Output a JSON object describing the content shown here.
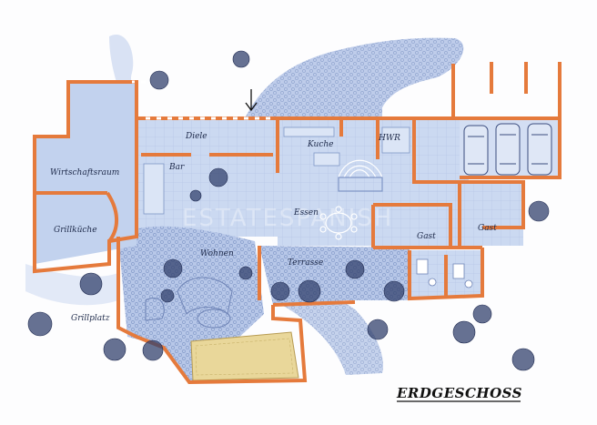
{
  "plan": {
    "title": "ERDGESCHOSS",
    "watermark": "ESTATESPANISH",
    "rooms": {
      "wirtschaftsraum": "Wirtschaftsraum",
      "grillkueche": "Grillküche",
      "grillplatz": "Grillplatz",
      "diele": "Diele",
      "bar": "Bar",
      "wohnen": "Wohnen",
      "kuche": "Kuche",
      "hwr": "HWR",
      "essen": "Essen",
      "terrasse": "Terrasse",
      "gast_1": "Gast",
      "gast_2": "Gast"
    }
  },
  "colors": {
    "wall": "#e57a3c",
    "interior": "#c4d4ef",
    "paving": "#a9bce0",
    "pool": "#e9d79a",
    "plant": "#33426e",
    "text": "#1e2a4a"
  }
}
